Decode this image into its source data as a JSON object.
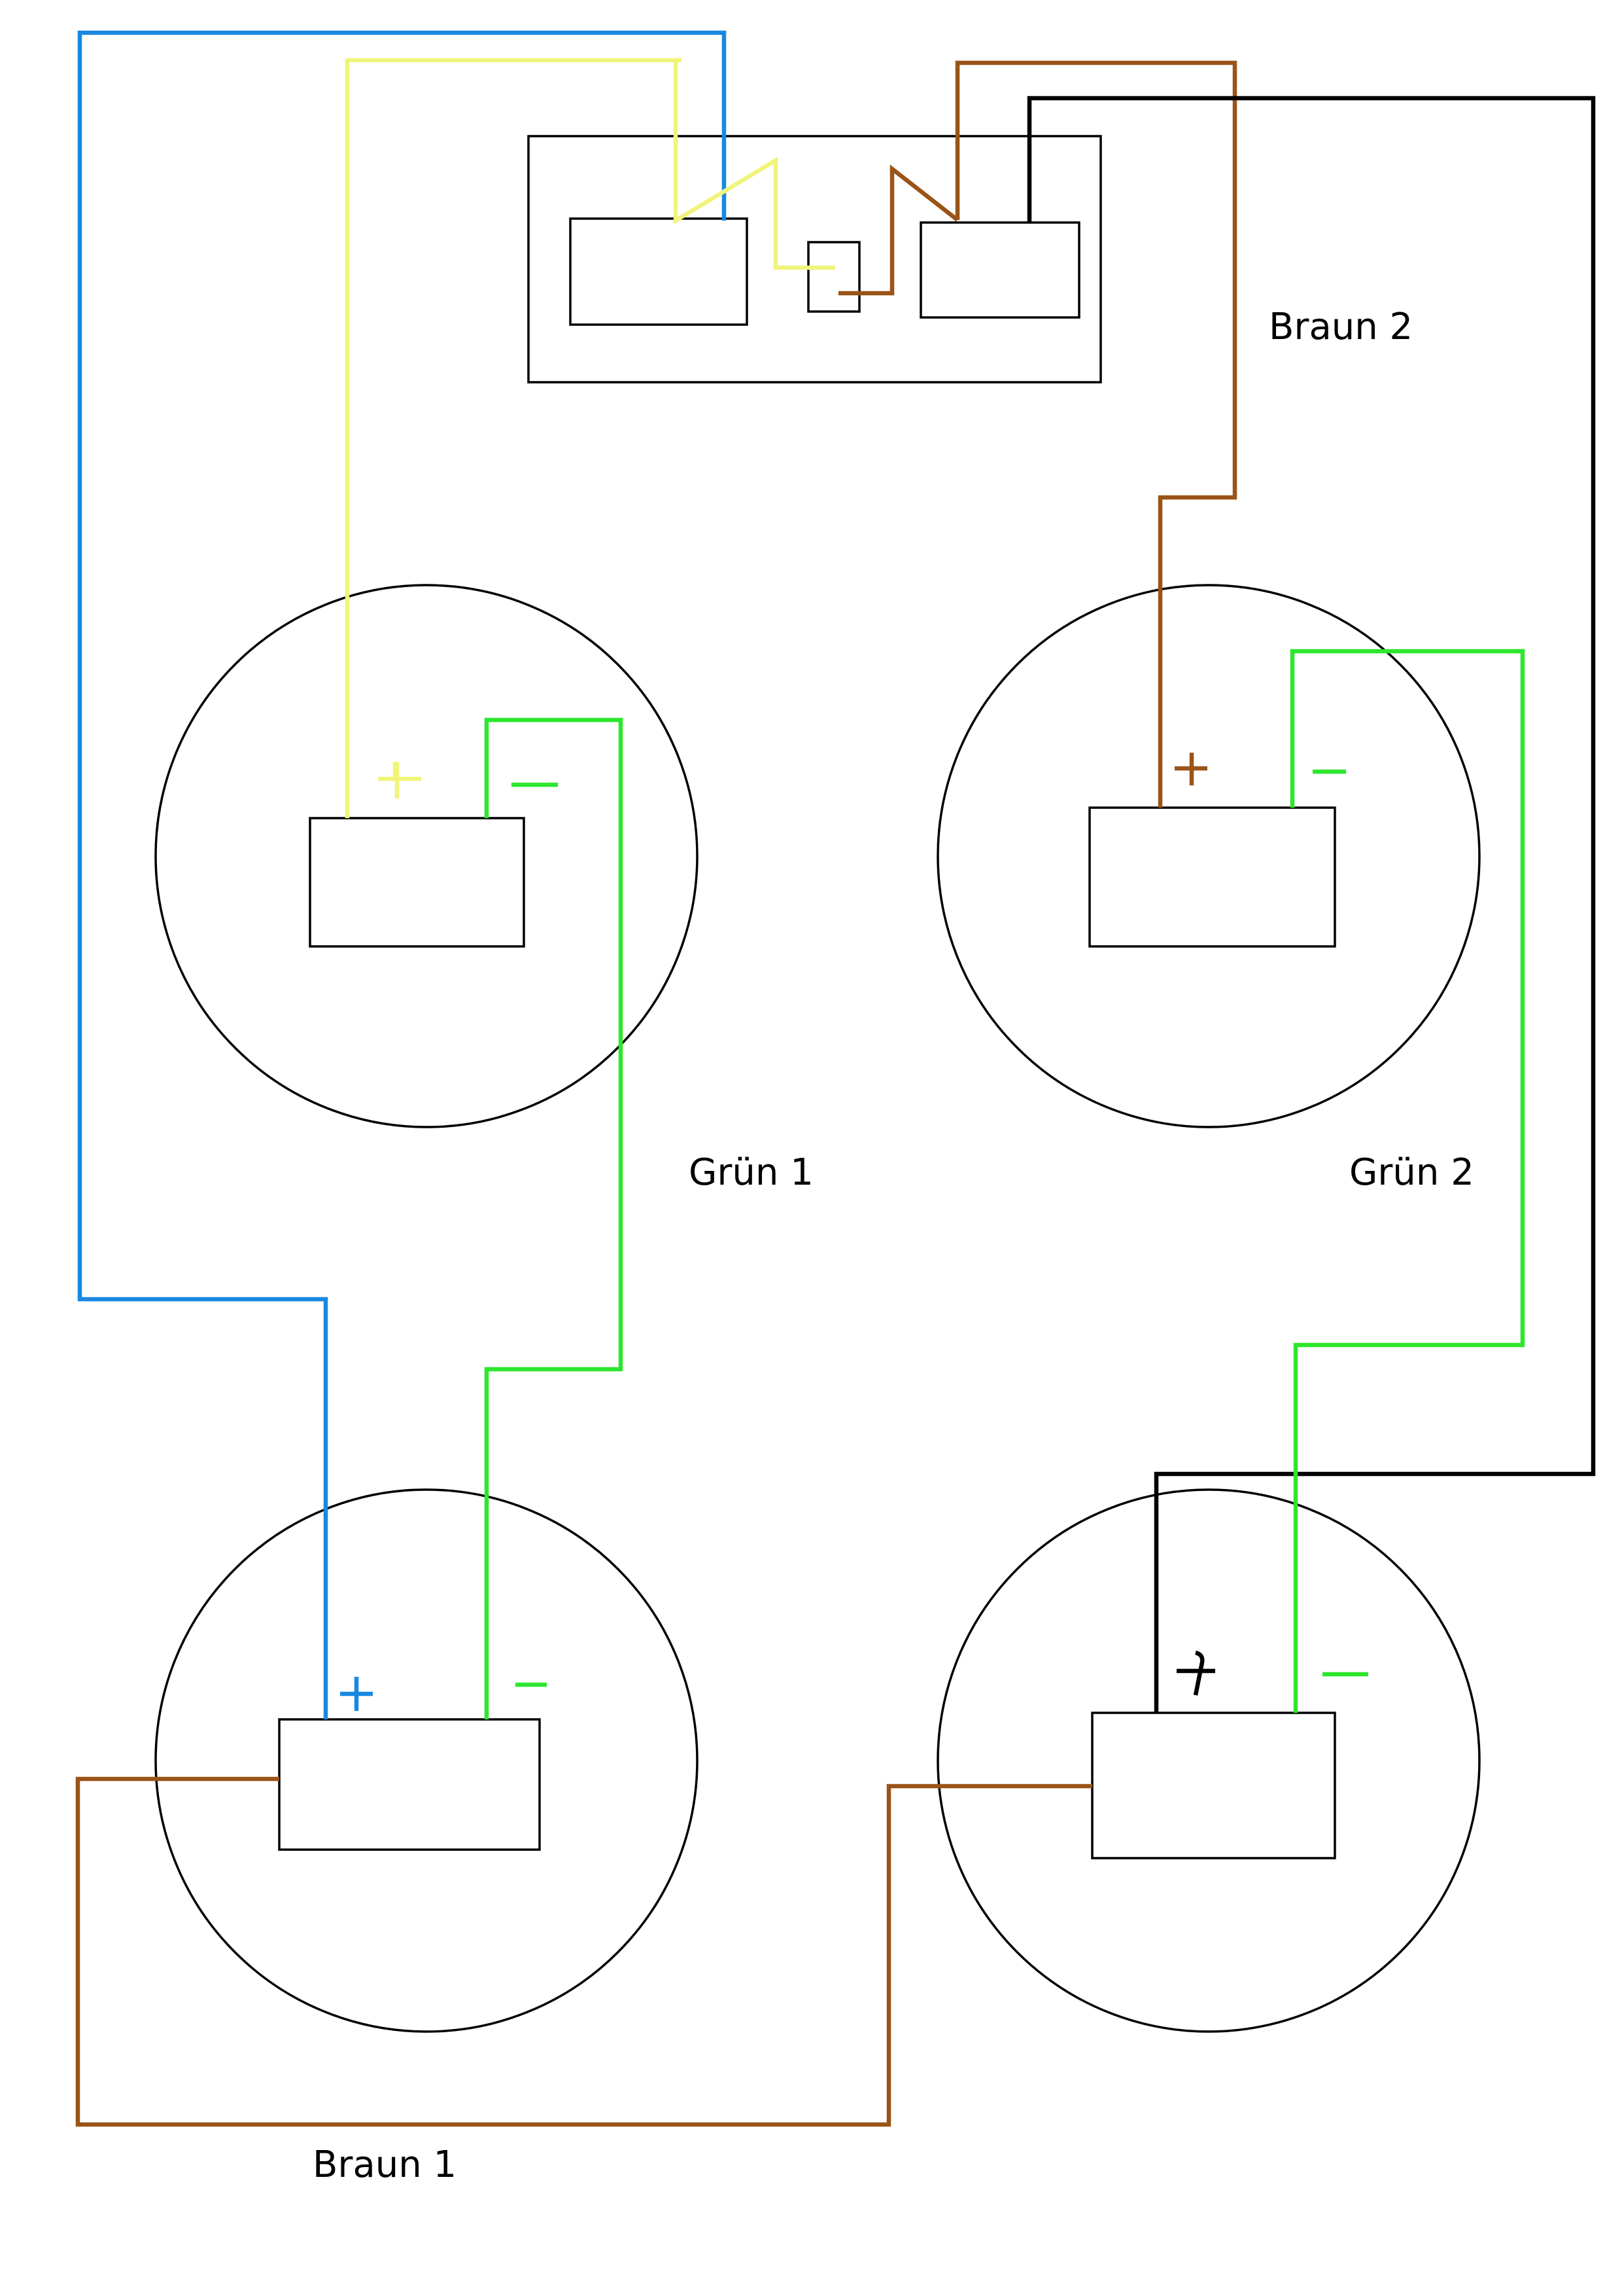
{
  "colors": {
    "outline": "#000000",
    "blue": "#1a88e0",
    "yellow": "#f1f47a",
    "brown": "#9a5417",
    "green": "#2ee62e",
    "black": "#000000"
  },
  "labels": {
    "braun_1": "Braun 1",
    "braun_2": "Braun 2",
    "gruen_1": "Grün 1",
    "gruen_2": "Grün 2"
  },
  "terminals": {
    "speaker_top_left": {
      "plus_color": "yellow",
      "minus_color": "green"
    },
    "speaker_top_right": {
      "plus_color": "brown",
      "minus_color": "green"
    },
    "speaker_bottom_left": {
      "plus_color": "blue",
      "minus_color": "green"
    },
    "speaker_bottom_right": {
      "plus_color": "black",
      "minus_color": "green"
    }
  }
}
